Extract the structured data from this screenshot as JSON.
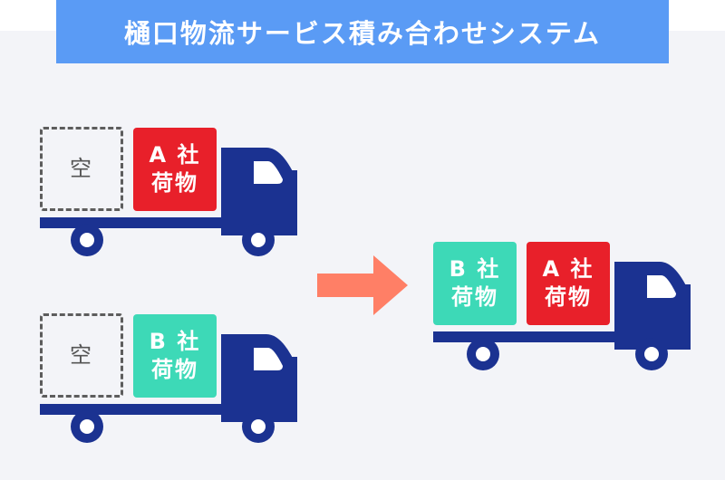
{
  "title": "樋口物流サービス積み合わせシステム",
  "colors": {
    "banner": "#5a9bf5",
    "panel": "#f3f4f8",
    "truck": "#1b3291",
    "company_a": "#e8202a",
    "company_b": "#3dd9b7",
    "arrow": "#ff7f66",
    "empty_border": "#5d5d5d"
  },
  "trucks": [
    {
      "cargo": [
        {
          "kind": "empty",
          "lines": [
            "空"
          ]
        },
        {
          "kind": "a",
          "lines": [
            "A 社",
            "荷物"
          ]
        }
      ]
    },
    {
      "cargo": [
        {
          "kind": "empty",
          "lines": [
            "空"
          ]
        },
        {
          "kind": "b",
          "lines": [
            "B 社",
            "荷物"
          ]
        }
      ]
    },
    {
      "cargo": [
        {
          "kind": "b",
          "lines": [
            "B 社",
            "荷物"
          ]
        },
        {
          "kind": "a",
          "lines": [
            "A 社",
            "荷物"
          ]
        }
      ]
    }
  ],
  "icons": {
    "arrow": "right-arrow-icon",
    "truck": "truck-icon"
  }
}
